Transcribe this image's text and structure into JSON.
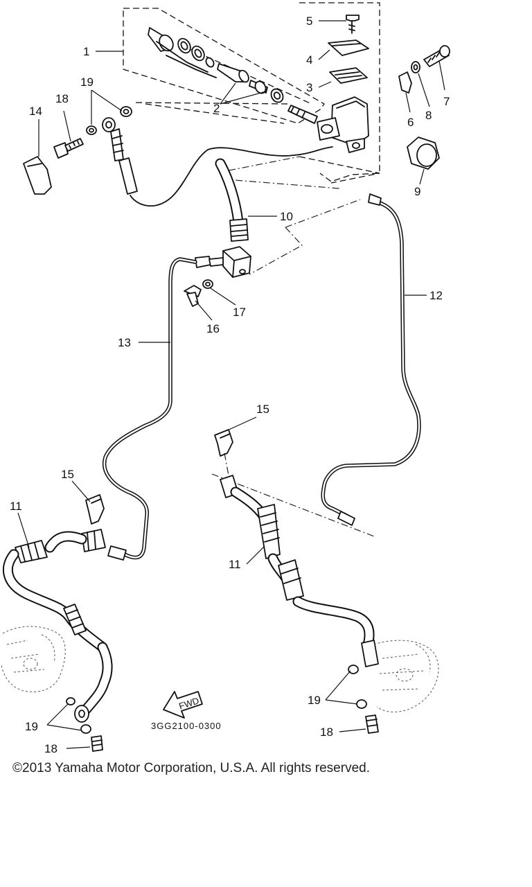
{
  "diagram": {
    "callouts": {
      "c1": "1",
      "c2": "2",
      "c3": "3",
      "c4": "4",
      "c5": "5",
      "c6": "6",
      "c7": "7",
      "c8": "8",
      "c9": "9",
      "c10": "10",
      "c11a": "11",
      "c11b": "11",
      "c12": "12",
      "c13": "13",
      "c14": "14",
      "c15a": "15",
      "c15b": "15",
      "c16": "16",
      "c17": "17",
      "c18a": "18",
      "c18b": "18",
      "c18c": "18",
      "c19a": "19",
      "c19b": "19",
      "c19c": "19"
    },
    "direction_label": "FWD",
    "diagram_code": "3GG2100-0300"
  },
  "footer": {
    "copyright": "©2013 Yamaha Motor Corporation, U.S.A. All rights reserved."
  }
}
